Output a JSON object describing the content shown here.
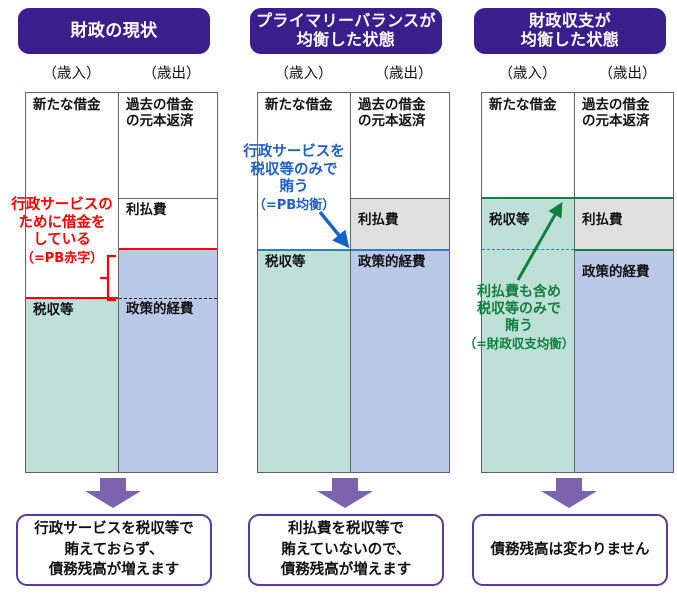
{
  "colors": {
    "header_bg": "#3a1e8c",
    "caption_border": "#5b3a9e",
    "arrow_purple": "#7b63ae",
    "tax_green": "#bfe0d6",
    "policy_blue": "#bcc8e8",
    "interest_gray": "#e0e0e0",
    "accent_red": "#ff0000",
    "accent_blue": "#2060c0",
    "accent_green": "#118040",
    "frame": "#5f6468"
  },
  "panels": [
    {
      "id": "current-fiscal-situation",
      "header": "財政の現状",
      "header_lines": [
        "財政の現状"
      ],
      "col_labels": {
        "revenue": "（歳入）",
        "expenditure": "（歳出）"
      },
      "revenue_segments": [
        {
          "name": "new-borrowing",
          "label": "新たな借金",
          "fill": "white"
        },
        {
          "name": "tax-revenue",
          "label": "税収等",
          "fill": "green"
        }
      ],
      "expenditure_segments": [
        {
          "name": "principal-repayment",
          "label": "過去の借金\nの元本返済",
          "fill": "white"
        },
        {
          "name": "interest-payment",
          "label": "利払費",
          "fill": "white"
        },
        {
          "name": "policy-expenses",
          "label": "政策的経費",
          "fill": "blue"
        }
      ],
      "annotation": {
        "name": "pb-deficit-note",
        "color": "red",
        "lines": [
          "行政サービスの",
          "ために借金を",
          "している"
        ],
        "sub": "（=PB赤字）"
      },
      "caption": [
        "行政サービスを税収等で",
        "賄えておらず、",
        "債務残高が増えます"
      ]
    },
    {
      "id": "primary-balance-balanced",
      "header": "プライマリーバランスが均衡した状態",
      "header_lines": [
        "プライマリーバランスが",
        "均衡した状態"
      ],
      "col_labels": {
        "revenue": "（歳入）",
        "expenditure": "（歳出）"
      },
      "revenue_segments": [
        {
          "name": "new-borrowing",
          "label": "新たな借金",
          "fill": "white"
        },
        {
          "name": "tax-revenue",
          "label": "税収等",
          "fill": "green"
        }
      ],
      "expenditure_segments": [
        {
          "name": "principal-repayment",
          "label": "過去の借金\nの元本返済",
          "fill": "white"
        },
        {
          "name": "interest-payment",
          "label": "利払費",
          "fill": "gray"
        },
        {
          "name": "policy-expenses",
          "label": "政策的経費",
          "fill": "blue"
        }
      ],
      "annotation": {
        "name": "pb-balance-note",
        "color": "blue",
        "lines": [
          "行政サービスを",
          "税収等のみで",
          "賄う"
        ],
        "sub": "（=PB均衡）"
      },
      "caption": [
        "利払費を税収等で",
        "賄えていないので、",
        "債務残高が増えます"
      ]
    },
    {
      "id": "fiscal-balance-balanced",
      "header": "財政収支が均衡した状態",
      "header_lines": [
        "財政収支が",
        "均衡した状態"
      ],
      "col_labels": {
        "revenue": "（歳入）",
        "expenditure": "（歳出）"
      },
      "revenue_segments": [
        {
          "name": "new-borrowing",
          "label": "新たな借金",
          "fill": "white"
        },
        {
          "name": "tax-revenue",
          "label": "税収等",
          "fill": "green"
        }
      ],
      "expenditure_segments": [
        {
          "name": "principal-repayment",
          "label": "過去の借金\nの元本返済",
          "fill": "white"
        },
        {
          "name": "interest-payment",
          "label": "利払費",
          "fill": "gray"
        },
        {
          "name": "policy-expenses",
          "label": "政策的経費",
          "fill": "blue"
        }
      ],
      "annotation": {
        "name": "fiscal-balance-note",
        "color": "green",
        "lines": [
          "利払費も含め",
          "税収等のみで",
          "賄う"
        ],
        "sub": "（=財政収支均衡）"
      },
      "caption": [
        "債務残高は変わりません"
      ]
    }
  ],
  "chart_data": {
    "type": "bar",
    "title": "財政の現状／プライマリーバランスが均衡した状態／財政収支が均衡した状態",
    "categories": [
      "歳入",
      "歳出"
    ],
    "ylim": [
      0,
      100
    ],
    "grid": false,
    "legend": "none",
    "panels": [
      {
        "name": "財政の現状",
        "revenue": [
          {
            "label": "新たな借金",
            "value": 54,
            "fill": "#ffffff"
          },
          {
            "label": "税収等",
            "value": 46,
            "fill": "#bfe0d6"
          }
        ],
        "expenditure": [
          {
            "label": "過去の借金の元本返済",
            "value": 28,
            "fill": "#ffffff"
          },
          {
            "label": "利払費",
            "value": 13,
            "fill": "#ffffff"
          },
          {
            "label": "政策的経費",
            "value": 59,
            "fill": "#bcc8e8"
          }
        ],
        "markers": [
          {
            "name": "pb-deficit-line",
            "at": 46,
            "color": "#ff0000",
            "style": "solid"
          },
          {
            "name": "policy-split-dashed",
            "at": 46,
            "color": "#222222",
            "style": "dashed"
          }
        ]
      },
      {
        "name": "プライマリーバランスが均衡した状態",
        "revenue": [
          {
            "label": "新たな借金",
            "value": 41,
            "fill": "#ffffff"
          },
          {
            "label": "税収等",
            "value": 59,
            "fill": "#bfe0d6"
          }
        ],
        "expenditure": [
          {
            "label": "過去の借金の元本返済",
            "value": 28,
            "fill": "#ffffff"
          },
          {
            "label": "利払費",
            "value": 13,
            "fill": "#e0e0e0"
          },
          {
            "label": "政策的経費",
            "value": 59,
            "fill": "#bcc8e8"
          }
        ],
        "markers": [
          {
            "name": "pb-balance-line",
            "at": 59,
            "color": "#2f7ec4",
            "style": "solid"
          }
        ]
      },
      {
        "name": "財政収支が均衡した状態",
        "revenue": [
          {
            "label": "新たな借金",
            "value": 28,
            "fill": "#ffffff"
          },
          {
            "label": "税収等",
            "value": 72,
            "fill": "#bfe0d6"
          }
        ],
        "expenditure": [
          {
            "label": "過去の借金の元本返済",
            "value": 28,
            "fill": "#ffffff"
          },
          {
            "label": "利払費",
            "value": 13,
            "fill": "#e0e0e0"
          },
          {
            "label": "政策的経費",
            "value": 59,
            "fill": "#bcc8e8"
          }
        ],
        "markers": [
          {
            "name": "fiscal-balance-line",
            "at": 72,
            "color": "#118040",
            "style": "solid"
          },
          {
            "name": "pb-reference-dashed",
            "at": 59,
            "color": "#2f7ec4",
            "style": "dashed"
          }
        ]
      }
    ]
  }
}
